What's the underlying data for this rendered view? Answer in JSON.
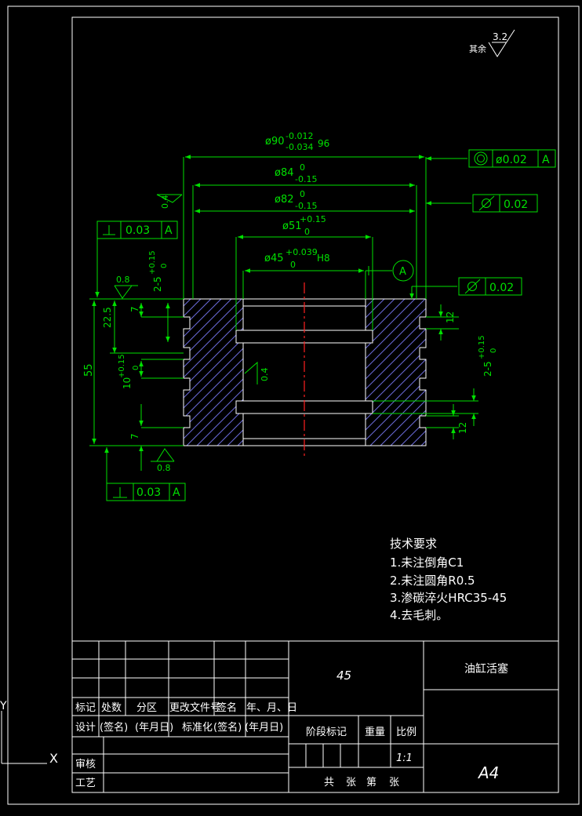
{
  "roughness": {
    "prefix": "其余",
    "value": "3.2"
  },
  "dims": {
    "d90": "ø90",
    "d90_up": "-0.012",
    "d90_lo": "-0.034",
    "d90_fit": "96",
    "d84": "ø84",
    "d84_up": "0",
    "d84_lo": "-0.15",
    "d82": "ø82",
    "d82_up": "0",
    "d82_lo": "-0.15",
    "d51": "ø51",
    "d51_up": "+0.15",
    "d51_lo": "0",
    "d45": "ø45",
    "d45_up": "+0.039",
    "d45_lo": "0",
    "d45_fit": "H8",
    "h55": "55",
    "h22": "22.5",
    "h7a": "7",
    "h7b": "7",
    "h10": "10",
    "h10_tol": "+0.15",
    "h10_tol2": "0",
    "g2x5": "2-5",
    "g2x5_tol": "+0.15",
    "g2x5_tol2": "0",
    "g2x5r": "2-5",
    "g2x5r_tol": "+0.15",
    "g2x5r_tol2": "0",
    "h12a": "12",
    "h12b": "12",
    "r04": "0.4",
    "r08a": "0.8",
    "r08b": "0.8",
    "r04b": "0.4"
  },
  "gdt": {
    "coax": {
      "sym": "◎",
      "val": "ø0.02",
      "ref": "A"
    },
    "cyl1": {
      "sym": "⌭",
      "val": "0.02"
    },
    "cyl2": {
      "sym": "⌭",
      "val": "0.02"
    },
    "perp1": {
      "sym": "⊥",
      "val": "0.03",
      "ref": "A"
    },
    "perp2": {
      "sym": "⊥",
      "val": "0.03",
      "ref": "A"
    },
    "datum": "A"
  },
  "tech": {
    "title": "技术要求",
    "items": [
      "1.未注倒角C1",
      "2.未注圆角R0.5",
      "3.渗碳淬火HRC35-45",
      "4.去毛刺。"
    ]
  },
  "titleblock": {
    "material": "45",
    "part_name": "油缸活塞",
    "sheet": "A4",
    "scale": "1:1",
    "row_labels": [
      "标记",
      "处数",
      "分区",
      "更改文件号",
      "签名",
      "年、月、日"
    ],
    "design_row": [
      "设计",
      "(签名)",
      "(年月日)",
      "标准化",
      "(签名)",
      "(年月日)"
    ],
    "review": "审核",
    "process": "工艺",
    "stage": "阶段标记",
    "weight": "重量",
    "ratio": "比例",
    "sheets": [
      "共",
      "张",
      "第",
      "张"
    ]
  },
  "ucs": {
    "y": "Y",
    "x": "X"
  }
}
